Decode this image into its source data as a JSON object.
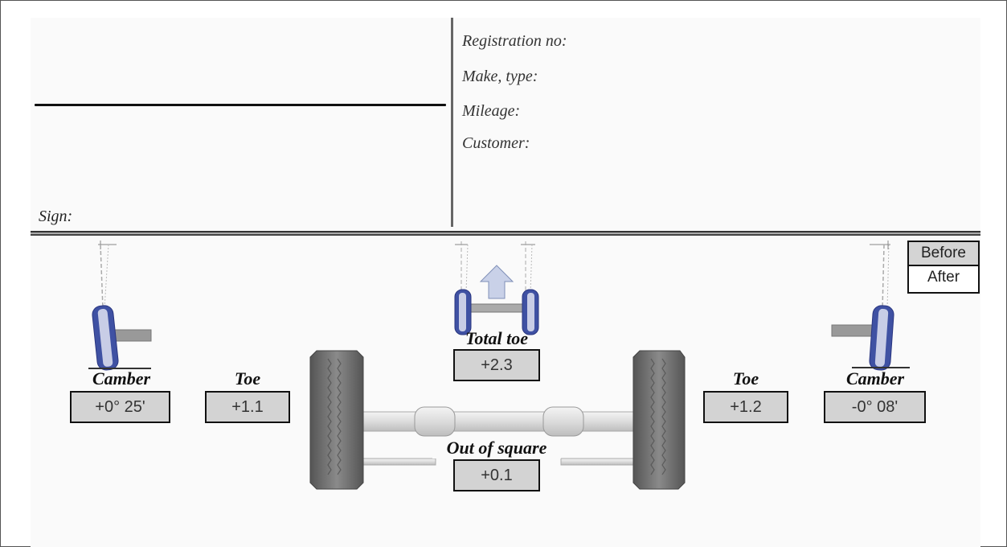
{
  "header": {
    "sign_label": "Sign:",
    "vehicle_info": [
      {
        "label": "Registration no:",
        "value": ""
      },
      {
        "label": "Make, type:",
        "value": ""
      },
      {
        "label": "Mileage:",
        "value": ""
      },
      {
        "label": "Customer:",
        "value": ""
      }
    ]
  },
  "legend": {
    "before_label": "Before",
    "after_label": "After",
    "before_color": "#d4d4d4",
    "after_color": "#ffffff"
  },
  "measurements": {
    "left_camber": {
      "label": "Camber",
      "value": "+0° 25'"
    },
    "left_toe": {
      "label": "Toe",
      "value": "+1.1"
    },
    "total_toe": {
      "label": "Total toe",
      "value": "+2.3"
    },
    "out_of_square": {
      "label": "Out of square",
      "value": "+0.1"
    },
    "right_toe": {
      "label": "Toe",
      "value": "+1.2"
    },
    "right_camber": {
      "label": "Camber",
      "value": "-0° 08'"
    }
  },
  "colors": {
    "wheel_blue": "#3f51a3",
    "tire_gray": "#6b6b6b",
    "value_box_fill": "#d3d3d3"
  }
}
